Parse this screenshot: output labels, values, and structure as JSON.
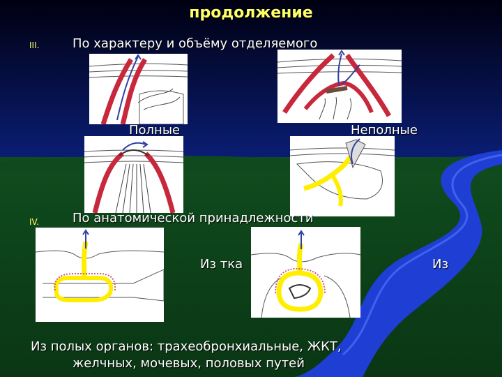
{
  "title": "продолжение",
  "section3": {
    "marker": "III.",
    "heading": "По характеру и объёму отделяемого",
    "label_left": "Полные",
    "label_right": "Неполные"
  },
  "section4": {
    "marker": "IV.",
    "heading": "По анатомической принадлежности",
    "label_middle": "Из тка",
    "label_right": "Из"
  },
  "bottom": {
    "line1": "Из полых органов: трахеобронхиальные, ЖКТ,",
    "line2": "желчных, мочевых, половых путей"
  },
  "colors": {
    "title": "#ffff66",
    "wall": "#c8283c",
    "pus": "#ffee00",
    "arrow": "#3040a0",
    "sky": "#0a1a6e",
    "ground": "#0d4a1c",
    "river": "#1f3fd4"
  }
}
